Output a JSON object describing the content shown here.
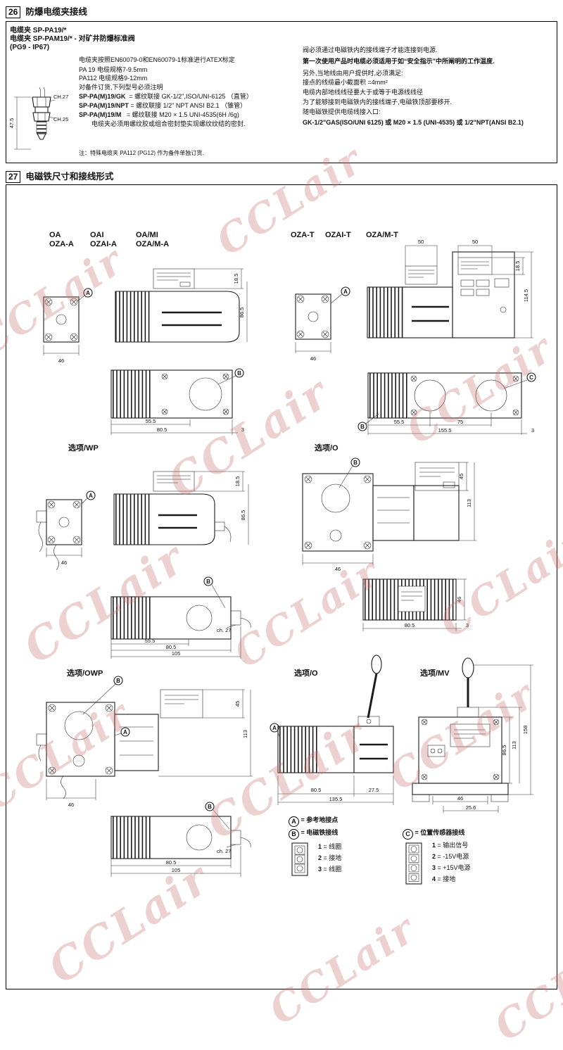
{
  "watermark": {
    "text": "CCLair"
  },
  "refs": {
    "A": "A",
    "B": "B",
    "C": "C"
  },
  "s26": {
    "number": "26",
    "title": "防爆电缆夹接线",
    "left1": "电缆夹 SP-PA19/*",
    "left2": "电缆夹 SP-PAM19/* - 对矿井防爆标准阀",
    "left3": "(PG9 - IP67)",
    "gland": {
      "h": "47.5",
      "ch27": "CH.27",
      "ch25": "CH.25"
    },
    "mid": {
      "l1": "电缆夹按照EN60079-0和EN60079-1标准进行ATEX标定",
      "l2": "PA 19  电缆规格7-9.5mm",
      "l3": "PA112 电缆规格9-12mm",
      "l4": "对备件订货,下列型号必须注明",
      "rows": [
        {
          "k": "SP-PA(M)19/GK",
          "v": "= 螺纹联接 GK-1/2\",ISO/UNI-6125 （直管）"
        },
        {
          "k": "SP-PA(M)19/NPT",
          "v": "= 螺纹联接 1/2\" NPT ANSI B2.1 （锥管）"
        },
        {
          "k": "SP-PA(M)19/M",
          "v": "= 螺纹联接 M20 × 1.5 UNI-4535(6H /6g)"
        }
      ],
      "l8": "电缆夹必须用螺纹胶或组合密封垫实现螺纹纹结的密封.",
      "note": "注：特殊电缆夹 PA112 (PG12) 作为备件单独订货."
    },
    "right": {
      "r1": "阀必须通过电磁铁内的接线端子才能连接到电源.",
      "r2": "第一次使用产品时电缆必须适用于如“安全指示”中所阐明的工作温度.",
      "r3": "另外,当地线由用户提供时,必须满足:",
      "r4": "接点的线缆最小截面积 =4mm²",
      "r5": "电缆内部地线线径要大于或等于电源线线径",
      "r6": "为了能够接到电磁铁内的接线端子,电磁铁顶部要移开.",
      "r7": "随电磁铁提供电缆线接入口:",
      "r8": "GK-1/2\"GAS(ISO/UNI 6125) 或 M20 × 1.5 (UNI-4535) 或 1/2\"NPT(ANSI B2.1)"
    }
  },
  "s27": {
    "number": "27",
    "title": "电磁铁尺寸和接线形式",
    "g1": {
      "cols": [
        {
          "a": "OA",
          "b": "OZA-A"
        },
        {
          "a": "OAI",
          "b": "OZAI-A"
        },
        {
          "a": "OA/MI",
          "b": "OZA/M-A"
        }
      ],
      "np_h": "18.5",
      "h": "86.5",
      "w": "46",
      "w1": "55.5",
      "w2": "80.5",
      "gap": "3"
    },
    "g2": {
      "l1": "OZA-T",
      "l2": "OZAI-T",
      "l3": "OZA/M-T",
      "d50a": "50",
      "d50b": "50",
      "np_h": "18.5",
      "h": "114.5",
      "w": "46",
      "w1": "55.5",
      "w2": "75",
      "w3": "155.5",
      "gap": "3"
    },
    "wp": {
      "label": "选项/WP",
      "np_h": "18.5",
      "h": "86.5",
      "w": "46",
      "w1": "55.5",
      "w2": "80.5",
      "w3": "105",
      "ch": "ch. 27"
    },
    "o1": {
      "label": "选项/O",
      "d45": "45",
      "h": "113",
      "w": "46",
      "sv_h": "46",
      "sv_w": "80.5",
      "gap": "3"
    },
    "owp": {
      "label": "选项/OWP",
      "d45": "45",
      "h": "113",
      "w": "46",
      "w2": "80.5",
      "w3": "105",
      "ch": "ch. 27"
    },
    "o2": {
      "label": "选项/O",
      "w1": "80.5",
      "w2": "27.5",
      "w3": "135.5"
    },
    "mv": {
      "label": "选项/MV",
      "h1": "158",
      "h2": "113",
      "h3": "86.5",
      "w": "46",
      "w2": "25.6"
    },
    "legend": {
      "a_text": "= 参考地接点",
      "b_text": "= 电磁铁接线",
      "b_items": [
        {
          "n": "1",
          "t": "= 线圈"
        },
        {
          "n": "2",
          "t": "= 接地"
        },
        {
          "n": "3",
          "t": "= 线圈"
        }
      ],
      "c_text": "= 位置传感器接线",
      "c_items": [
        {
          "n": "1",
          "t": "= 输出信号"
        },
        {
          "n": "2",
          "t": "= -15V电源"
        },
        {
          "n": "3",
          "t": "= +15V电源"
        },
        {
          "n": "4",
          "t": "= 接地"
        }
      ]
    }
  }
}
